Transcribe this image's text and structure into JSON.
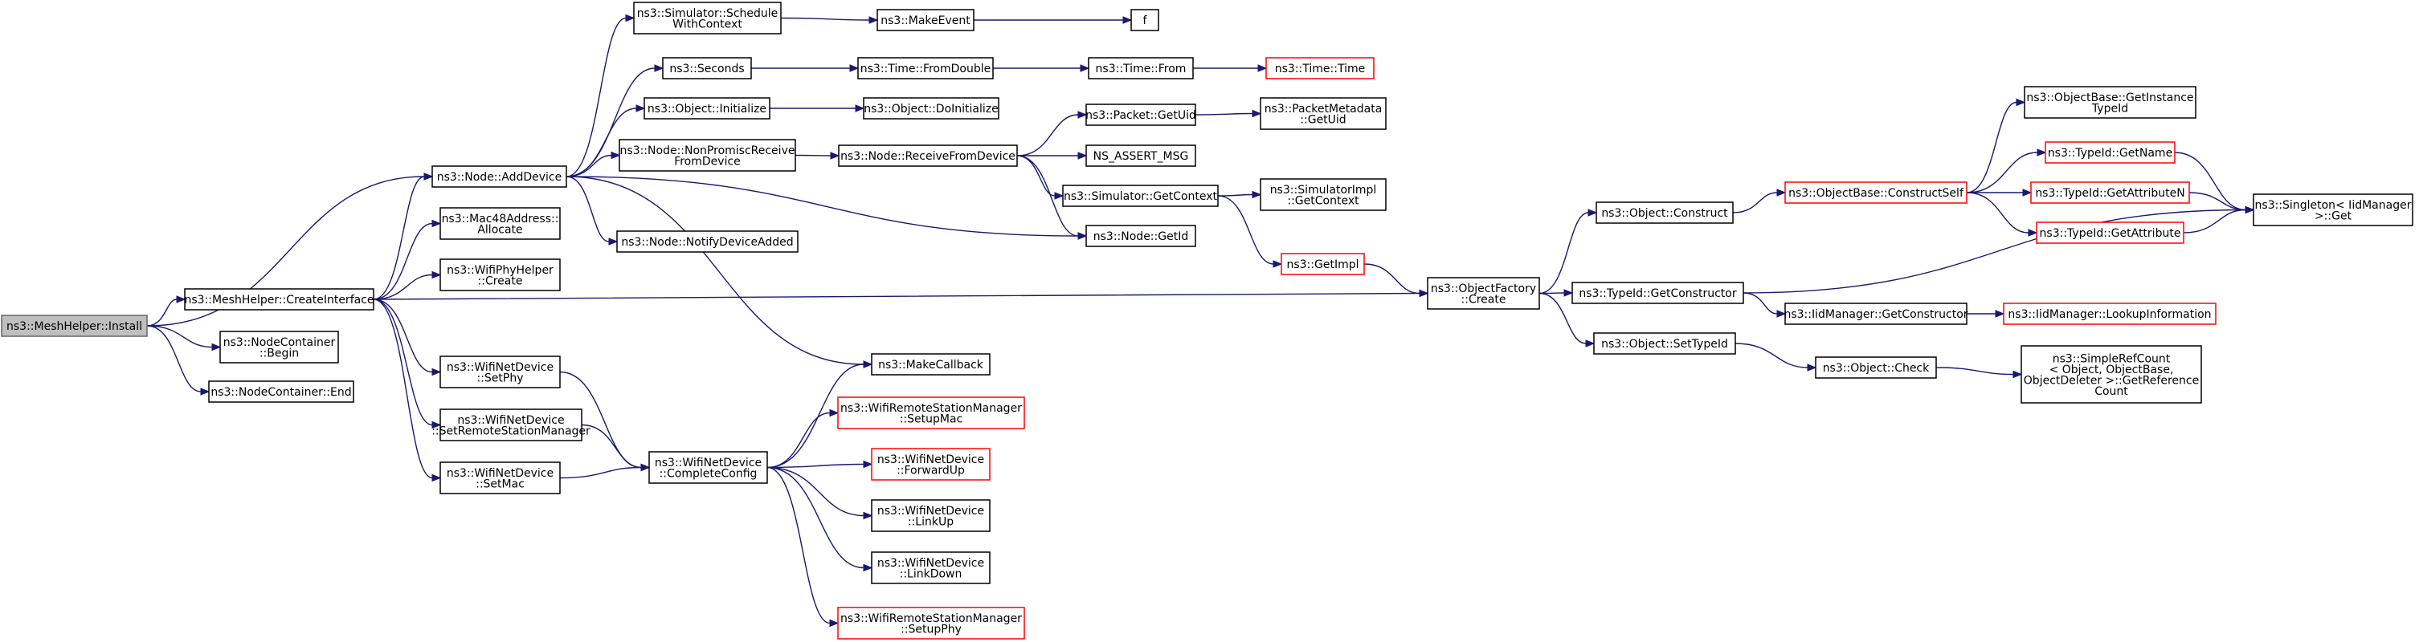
{
  "colors": {
    "edge": "#191970",
    "box_border": "#000000",
    "truncated_border": "#ff0000",
    "root_fill": "#bfbfbf"
  },
  "nodes": [
    {
      "id": "install",
      "lines": [
        "ns3::MeshHelper::Install"
      ],
      "root": true
    },
    {
      "id": "create_iface",
      "lines": [
        "ns3::MeshHelper::CreateInterface"
      ]
    },
    {
      "id": "nc_begin",
      "lines": [
        "ns3::NodeContainer",
        "::Begin"
      ]
    },
    {
      "id": "nc_end",
      "lines": [
        "ns3::NodeContainer::End"
      ]
    },
    {
      "id": "add_device",
      "lines": [
        "ns3::Node::AddDevice"
      ]
    },
    {
      "id": "mac48",
      "lines": [
        "ns3::Mac48Address::",
        "Allocate"
      ]
    },
    {
      "id": "wifiphy_create",
      "lines": [
        "ns3::WifiPhyHelper",
        "::Create"
      ]
    },
    {
      "id": "wnd_setphy",
      "lines": [
        "ns3::WifiNetDevice",
        "::SetPhy"
      ]
    },
    {
      "id": "wnd_setrsm",
      "lines": [
        "ns3::WifiNetDevice",
        "::SetRemoteStationManager"
      ]
    },
    {
      "id": "wnd_setmac",
      "lines": [
        "ns3::WifiNetDevice",
        "::SetMac"
      ]
    },
    {
      "id": "sim_schedule",
      "lines": [
        "ns3::Simulator::Schedule",
        "WithContext"
      ]
    },
    {
      "id": "seconds",
      "lines": [
        "ns3::Seconds"
      ]
    },
    {
      "id": "obj_init",
      "lines": [
        "ns3::Object::Initialize"
      ]
    },
    {
      "id": "node_nonpromisc",
      "lines": [
        "ns3::Node::NonPromiscReceive",
        "FromDevice"
      ]
    },
    {
      "id": "node_notify",
      "lines": [
        "ns3::Node::NotifyDeviceAdded"
      ]
    },
    {
      "id": "make_event",
      "lines": [
        "ns3::MakeEvent"
      ]
    },
    {
      "id": "f",
      "lines": [
        "f"
      ]
    },
    {
      "id": "time_fromdouble",
      "lines": [
        "ns3::Time::FromDouble"
      ]
    },
    {
      "id": "time_from",
      "lines": [
        "ns3::Time::From"
      ]
    },
    {
      "id": "time_time",
      "lines": [
        "ns3::Time::Time"
      ],
      "truncated": true
    },
    {
      "id": "obj_doinit",
      "lines": [
        "ns3::Object::DoInitialize"
      ]
    },
    {
      "id": "node_receive",
      "lines": [
        "ns3::Node::ReceiveFromDevice"
      ]
    },
    {
      "id": "packet_getuid",
      "lines": [
        "ns3::Packet::GetUid"
      ]
    },
    {
      "id": "pkt_meta_getuid",
      "lines": [
        "ns3::PacketMetadata",
        "::GetUid"
      ]
    },
    {
      "id": "ns_assert",
      "lines": [
        "NS_ASSERT_MSG"
      ]
    },
    {
      "id": "sim_getcontext",
      "lines": [
        "ns3::Simulator::GetContext"
      ]
    },
    {
      "id": "simimpl_getcontext",
      "lines": [
        "ns3::SimulatorImpl",
        "::GetContext"
      ]
    },
    {
      "id": "node_getid",
      "lines": [
        "ns3::Node::GetId"
      ]
    },
    {
      "id": "getimpl",
      "lines": [
        "ns3::GetImpl"
      ],
      "truncated": true
    },
    {
      "id": "obj_factory_create",
      "lines": [
        "ns3::ObjectFactory",
        "::Create"
      ]
    },
    {
      "id": "obj_construct",
      "lines": [
        "ns3::Object::Construct"
      ]
    },
    {
      "id": "objbase_constructself",
      "lines": [
        "ns3::ObjectBase::ConstructSelf"
      ],
      "truncated": true
    },
    {
      "id": "objbase_getinstance",
      "lines": [
        "ns3::ObjectBase::GetInstance",
        "TypeId"
      ]
    },
    {
      "id": "typeid_getname",
      "lines": [
        "ns3::TypeId::GetName"
      ],
      "truncated": true
    },
    {
      "id": "typeid_getattrn",
      "lines": [
        "ns3::TypeId::GetAttributeN"
      ],
      "truncated": true
    },
    {
      "id": "typeid_getattr",
      "lines": [
        "ns3::TypeId::GetAttribute"
      ],
      "truncated": true
    },
    {
      "id": "singleton_get",
      "lines": [
        "ns3::Singleton< IidManager",
        ">::Get"
      ]
    },
    {
      "id": "typeid_getctor",
      "lines": [
        "ns3::TypeId::GetConstructor"
      ]
    },
    {
      "id": "iidmgr_getctor",
      "lines": [
        "ns3::IidManager::GetConstructor"
      ]
    },
    {
      "id": "iidmgr_lookup",
      "lines": [
        "ns3::IidManager::LookupInformation"
      ],
      "truncated": true
    },
    {
      "id": "obj_settypeid",
      "lines": [
        "ns3::Object::SetTypeId"
      ]
    },
    {
      "id": "obj_check",
      "lines": [
        "ns3::Object::Check"
      ]
    },
    {
      "id": "simplerefcount",
      "lines": [
        "ns3::SimpleRefCount",
        "< Object, ObjectBase,",
        "ObjectDeleter >::GetReference",
        "Count"
      ]
    },
    {
      "id": "make_callback",
      "lines": [
        "ns3::MakeCallback"
      ]
    },
    {
      "id": "wrsm_setupmac",
      "lines": [
        "ns3::WifiRemoteStationManager",
        "::SetupMac"
      ],
      "truncated": true
    },
    {
      "id": "wnd_forwardup",
      "lines": [
        "ns3::WifiNetDevice",
        "::ForwardUp"
      ],
      "truncated": true
    },
    {
      "id": "wnd_complete",
      "lines": [
        "ns3::WifiNetDevice",
        "::CompleteConfig"
      ]
    },
    {
      "id": "wnd_linkup",
      "lines": [
        "ns3::WifiNetDevice",
        "::LinkUp"
      ]
    },
    {
      "id": "wnd_linkdown",
      "lines": [
        "ns3::WifiNetDevice",
        "::LinkDown"
      ]
    },
    {
      "id": "wrsm_setupphy",
      "lines": [
        "ns3::WifiRemoteStationManager",
        "::SetupPhy"
      ],
      "truncated": true
    }
  ],
  "edges": [
    [
      "install",
      "add_device"
    ],
    [
      "install",
      "create_iface"
    ],
    [
      "install",
      "nc_begin"
    ],
    [
      "install",
      "nc_end"
    ],
    [
      "create_iface",
      "add_device"
    ],
    [
      "create_iface",
      "mac48"
    ],
    [
      "create_iface",
      "wifiphy_create"
    ],
    [
      "create_iface",
      "wnd_setphy"
    ],
    [
      "create_iface",
      "wnd_setrsm"
    ],
    [
      "create_iface",
      "wnd_setmac"
    ],
    [
      "create_iface",
      "obj_factory_create"
    ],
    [
      "add_device",
      "sim_schedule"
    ],
    [
      "add_device",
      "seconds"
    ],
    [
      "add_device",
      "obj_init"
    ],
    [
      "add_device",
      "node_nonpromisc"
    ],
    [
      "add_device",
      "node_notify"
    ],
    [
      "add_device",
      "node_getid"
    ],
    [
      "add_device",
      "make_callback"
    ],
    [
      "sim_schedule",
      "make_event"
    ],
    [
      "make_event",
      "f"
    ],
    [
      "seconds",
      "time_fromdouble"
    ],
    [
      "time_fromdouble",
      "time_from"
    ],
    [
      "time_from",
      "time_time"
    ],
    [
      "obj_init",
      "obj_doinit"
    ],
    [
      "node_nonpromisc",
      "node_receive"
    ],
    [
      "node_receive",
      "packet_getuid"
    ],
    [
      "node_receive",
      "ns_assert"
    ],
    [
      "node_receive",
      "sim_getcontext"
    ],
    [
      "node_receive",
      "node_getid"
    ],
    [
      "packet_getuid",
      "pkt_meta_getuid"
    ],
    [
      "sim_getcontext",
      "simimpl_getcontext"
    ],
    [
      "sim_getcontext",
      "getimpl"
    ],
    [
      "getimpl",
      "obj_factory_create"
    ],
    [
      "obj_factory_create",
      "obj_construct"
    ],
    [
      "obj_factory_create",
      "typeid_getctor"
    ],
    [
      "obj_factory_create",
      "obj_settypeid"
    ],
    [
      "obj_construct",
      "objbase_constructself"
    ],
    [
      "objbase_constructself",
      "objbase_getinstance"
    ],
    [
      "objbase_constructself",
      "typeid_getname"
    ],
    [
      "objbase_constructself",
      "typeid_getattrn"
    ],
    [
      "objbase_constructself",
      "typeid_getattr"
    ],
    [
      "typeid_getname",
      "singleton_get"
    ],
    [
      "typeid_getattrn",
      "singleton_get"
    ],
    [
      "typeid_getattr",
      "singleton_get"
    ],
    [
      "typeid_getctor",
      "singleton_get"
    ],
    [
      "typeid_getctor",
      "iidmgr_getctor"
    ],
    [
      "iidmgr_getctor",
      "iidmgr_lookup"
    ],
    [
      "obj_settypeid",
      "obj_check"
    ],
    [
      "obj_check",
      "simplerefcount"
    ],
    [
      "wnd_setphy",
      "wnd_complete"
    ],
    [
      "wnd_setrsm",
      "wnd_complete"
    ],
    [
      "wnd_setmac",
      "wnd_complete"
    ],
    [
      "wnd_complete",
      "make_callback"
    ],
    [
      "wnd_complete",
      "wrsm_setupmac"
    ],
    [
      "wnd_complete",
      "wnd_forwardup"
    ],
    [
      "wnd_complete",
      "wnd_linkup"
    ],
    [
      "wnd_complete",
      "wnd_linkdown"
    ],
    [
      "wnd_complete",
      "wrsm_setupphy"
    ]
  ]
}
